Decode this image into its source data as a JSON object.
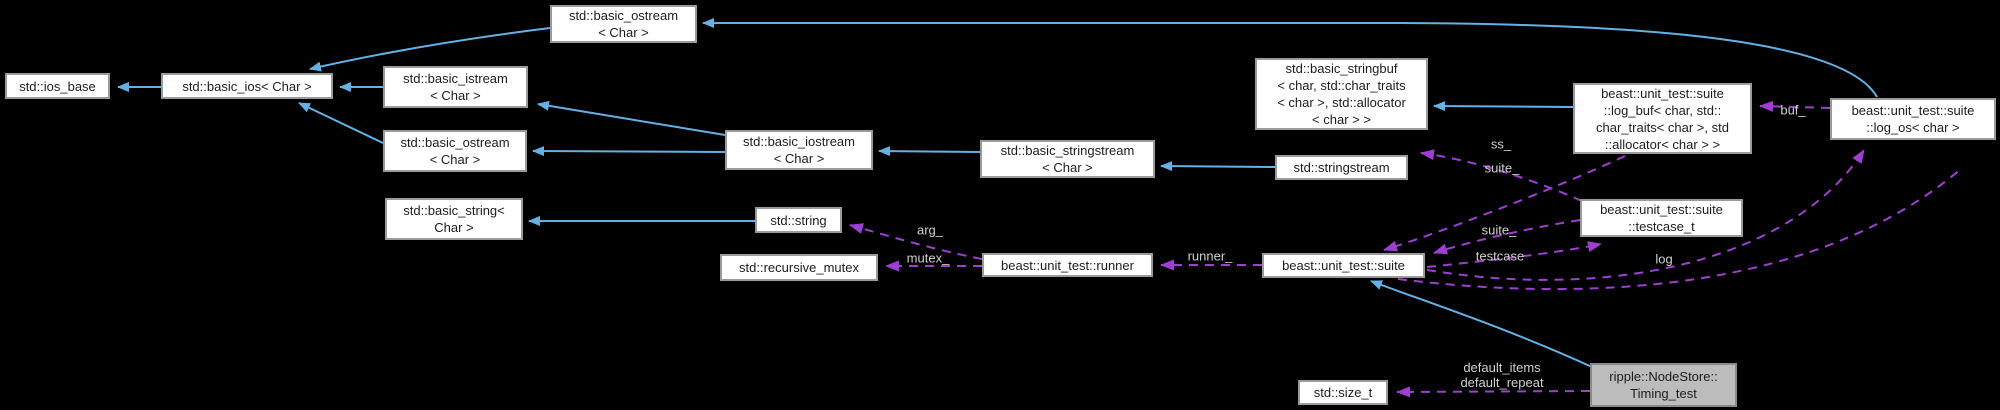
{
  "diagram": {
    "title": "Collaboration graph for ripple::NodeStore::Timing_test",
    "colors": {
      "background": "#000000",
      "inherit_edge": "#63b1e6",
      "usage_edge": "#9e3fd3",
      "edge_label": "#cfcfcf",
      "node_fill": "#ffffff",
      "node_border": "#9a9a9a",
      "node_text": "#1d1d1d",
      "current_node_fill": "#bcbcbc"
    },
    "nodes": [
      {
        "id": "ios_base",
        "label": "std::ios_base"
      },
      {
        "id": "basic_ios",
        "label": "std::basic_ios< Char >"
      },
      {
        "id": "basic_ostream_top",
        "label": "std::basic_ostream\n< Char >"
      },
      {
        "id": "basic_istream",
        "label": "std::basic_istream\n< Char >"
      },
      {
        "id": "basic_ostream_mid",
        "label": "std::basic_ostream\n< Char >"
      },
      {
        "id": "basic_string",
        "label": "std::basic_string<\nChar >"
      },
      {
        "id": "basic_iostream",
        "label": "std::basic_iostream\n< Char >"
      },
      {
        "id": "string",
        "label": "std::string"
      },
      {
        "id": "recursive_mutex",
        "label": "std::recursive_mutex"
      },
      {
        "id": "basic_stringstream",
        "label": "std::basic_stringstream\n< Char >"
      },
      {
        "id": "basic_stringbuf",
        "label": "std::basic_stringbuf\n< char, std::char_traits\n< char >, std::allocator\n< char > >"
      },
      {
        "id": "stringstream",
        "label": "std::stringstream"
      },
      {
        "id": "runner",
        "label": "beast::unit_test::runner"
      },
      {
        "id": "suite",
        "label": "beast::unit_test::suite"
      },
      {
        "id": "log_buf",
        "label": "beast::unit_test::suite\n::log_buf< char, std::\nchar_traits< char >, std\n::allocator< char > >"
      },
      {
        "id": "log_os",
        "label": "beast::unit_test::suite\n::log_os< char >"
      },
      {
        "id": "testcase_t",
        "label": "beast::unit_test::suite\n::testcase_t"
      },
      {
        "id": "size_t",
        "label": "std::size_t"
      },
      {
        "id": "timing_test",
        "label": "ripple::NodeStore::\nTiming_test"
      }
    ],
    "edge_labels": [
      {
        "id": "arg",
        "text": "arg_"
      },
      {
        "id": "mutex",
        "text": "mutex_"
      },
      {
        "id": "runner",
        "text": "runner_"
      },
      {
        "id": "buf",
        "text": "buf_"
      },
      {
        "id": "ss",
        "text": "ss_"
      },
      {
        "id": "suite_upper",
        "text": "suite_"
      },
      {
        "id": "suite_lower",
        "text": "suite_"
      },
      {
        "id": "testcase",
        "text": "testcase"
      },
      {
        "id": "log",
        "text": "log"
      },
      {
        "id": "defaults",
        "text": "default_items\ndefault_repeat"
      }
    ]
  }
}
